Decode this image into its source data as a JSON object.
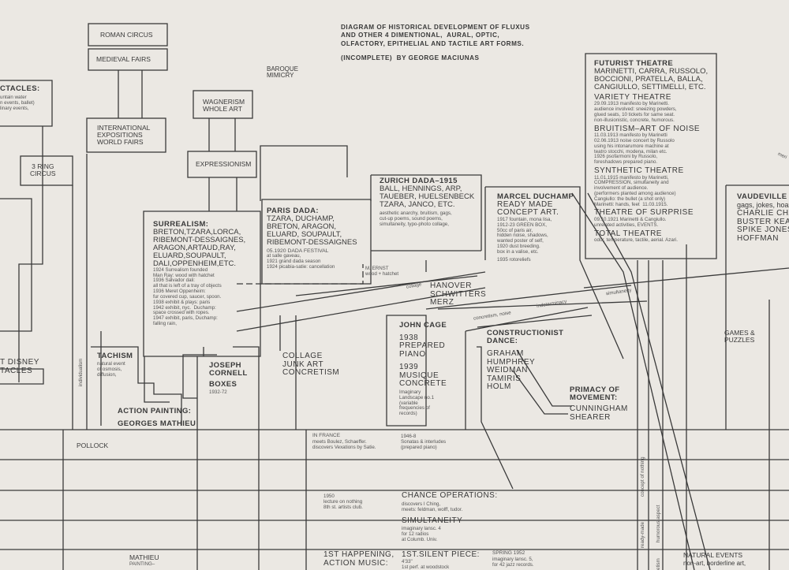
{
  "title": {
    "lines": [
      "DIAGRAM OF HISTORICAL DEVELOPMENT OF FLUXUS",
      "AND OTHER 4 DIMENTIONAL,  AURAL, OPTIC,",
      "OLFACTORY, EPITHELIAL AND TACTILE ART FORMS."
    ],
    "subtitle": "(INCOMPLETE)  BY GEORGE MACIUNAS"
  },
  "nodes": {
    "roman_circus": "ROMAN CIRCUS",
    "medieval_fairs": "MEDIEVAL FAIRS",
    "spectacles": {
      "head": "CTACLES:",
      "notes": "untain water\nn events, ballet)\nlinary events,"
    },
    "three_ring_circus": "3 RING\nCIRCUS",
    "expositions": "INTERNATIONAL\nEXPOSITIONS\nWORLD FAIRS",
    "wagnerism": "WAGNERISM\nWHOLE ART",
    "expressionism": "EXPRESSIONISM",
    "baroque": "BAROQUE\nMIMICRY",
    "futurist": {
      "head": "FUTURIST THEATRE",
      "names": "MARINETTI, CARRA, RUSSOLO,\nBOCCIONI, PRATELLA, BALLA,\nCANGIULLO, SETTIMELLI, ETC.",
      "sections": [
        {
          "title": "VARIETY THEATRE",
          "notes": "29.09.1913 manifesto by Marinetti.\naudience involved: sneezing powders,\nglued seats, 10 tickets for same seat.\nnon-illusionistic, concrete, humorous."
        },
        {
          "title": "BRUITISM–ART OF NOISE",
          "notes": "11.03.1913 manifesto by Marinetti\n02.06.1913 noise concert by Russolo\nusing his intonarumore machine at\nteatro stocchi, modena, milan etc.\n1926 psofarmoni by Russolo,\nforeshadows prepared piano."
        },
        {
          "title": "SYNTHETIC THEATRE",
          "notes": "11.01.1915 manifesto by Marinetti,\nCOMPRESSION, simultaneity and\ninvolvement of audience.\n(performers planted among audience)\nCangiullo: the bullet (a shot only)\nMarinetti: hands, feet  11.03.1915."
        },
        {
          "title": "THEATRE OF SURPRISE",
          "notes": "09.10.1921 Marinetti & Cangiullo.\nunrelated activities, EVENTS."
        },
        {
          "title": "TOTAL THEATRE",
          "notes": "odor, temperature, tactile, aerial. Azari."
        }
      ]
    },
    "vaudeville": {
      "head": "VAUDEVILLE",
      "sub": "gags, jokes, hoax",
      "names": "CHARLIE CHA\nBUSTER KEAT\nSPIKE JONES\nHOFFMAN"
    },
    "surrealism": {
      "head": "SURREALISM:",
      "names": "BRETON,TZARA,LORCA,\nRIBEMONT-DESSAIGNES,\nARAGON,ARTAUD,RAY,\nELUARD,SOUPAULT,\nDALI,OPPENHEIM,ETC.",
      "notes": "1924 Surrealism founded\nMan Ray: wood with hatchet\n1936 Salvador dali:\nall that is left of a tray of objects\n1936 Meret Oppenheim:\nfur covered cup, saucer, spoon.\n1938 exhibit & plays: paris\n1942 exhibit, nyc.  Duchamp:\nspace crossed with ropes.\n1947 exhibit, paris, Duchamp:\nfalling rain,"
    },
    "paris_dada": {
      "head": "PARIS DADA:",
      "names": "TZARA, DUCHAMP,\nBRETON, ARAGON,\nELUARD, SOUPAULT,\nRIBEMONT-DESSAIGNES",
      "festival": "05.1920 DADA FESTIVAL",
      "notes": "at salle gaveau,\n1921 grand dada season\n1924 picabia-satie: cancellation"
    },
    "ernst": "M. ERNST\nwood + hatchet",
    "zurich_dada": {
      "head": "ZURICH DADA–1915",
      "names": "BALL, HENNINGS, ARP,\nTAUEBER, HUELSENBECK\nTZARA, JANCO, ETC.",
      "notes": "aesthetic anarchy, bruitism, gags,\ncut-up poems, sound poems,\nsimultaneity, typo-photo collage,"
    },
    "hanover": "HANOVER\nSCHWITTERS\nMERZ",
    "duchamp": {
      "head": "MARCEL DUCHAMP",
      "sub": "READY MADE\nCONCEPT ART.",
      "notes": "1917 fountain, mona lisa,\n1912-23 GREEN BOX,\n50cc of paris air,\nhidden noise, shadows,\nwanted poster of self,\n1920 dust breeding.\nbox in a valise, etc.",
      "note2": "1935 rotoreliefs"
    },
    "john_cage": {
      "head": "JOHN CAGE",
      "y1938": "1938\nPREPARED\nPIANO",
      "y1939": "1939\nMUSIQUE\nCONCRETE",
      "notes": "Imaginary\nLandscape no.1\n(variable\nfrequencies of\nrecords)"
    },
    "dance": {
      "head": "CONSTRUCTIONIST\nDANCE:",
      "names": "GRAHAM\nHUMPHREY\nWEIDMAN\nTAMIRIS\nHOLM"
    },
    "movement": {
      "head": "PRIMACY OF\nMOVEMENT:",
      "names": "CUNNINGHAM\nSHEARER"
    },
    "tachism": {
      "head": "TACHISM",
      "notes": "natural event\nof osmosis,\ndiffusion,"
    },
    "cornell": {
      "head": "JOSEPH\nCORNELL",
      "sub": "BOXES",
      "years": "1932-72"
    },
    "collage": "COLLAGE\nJUNK ART\nCONCRETISM",
    "action_painting": {
      "head": "ACTION PAINTING:",
      "sub": "GEORGES MATHIEU"
    },
    "disney": "T DISNEY\nTACLES",
    "games": "GAMES &\nPUZZLES",
    "pollock": "POLLOCK",
    "mathieu": {
      "head": "MATHIEU",
      "sub": "PAINTING–"
    },
    "in_france": {
      "head": "IN FRANCE",
      "notes": "meets Boulez, Schaeffer.\ndiscovers Vexations by Satie."
    },
    "sonatas": "1946-8\nSonatas & interludes\n(prepared piano)",
    "lecture": "1950\nlecture on nothing\n8th st. artists club.",
    "chance": {
      "head": "CHANCE OPERATIONS:",
      "notes": "discovers I Ching,\nmeets: feldman, wolff, tudor."
    },
    "simultaneity": {
      "head": "SIMULTANEITY",
      "notes": "imaginary lansc. 4\nfor 12 radios\nat Columb. Univ."
    },
    "happening": "1ST HAPPENING,\nACTION MUSIC:",
    "silent": {
      "head": "1ST.SILENT PIECE:",
      "notes": "4'33\"\n1st perf. at woodstock"
    },
    "spring": {
      "head": "SPRING 1952",
      "notes": "imaginary lansc. 5,\nfor 42 jazz records."
    },
    "natural": {
      "head": "NATURAL EVENTS",
      "sub": "non-art, borderline art,"
    }
  },
  "path_labels": {
    "individualism": "individualism",
    "collage": "collage",
    "concretism": "concretism, noise",
    "indeterminacy": "indeterminacy",
    "simultaneity": "simultaneity",
    "ready_made": "ready-made",
    "concept_nothing": "concept of nothing",
    "humorous": "humorous aspect",
    "etism": "etism",
    "meri": "meri"
  }
}
